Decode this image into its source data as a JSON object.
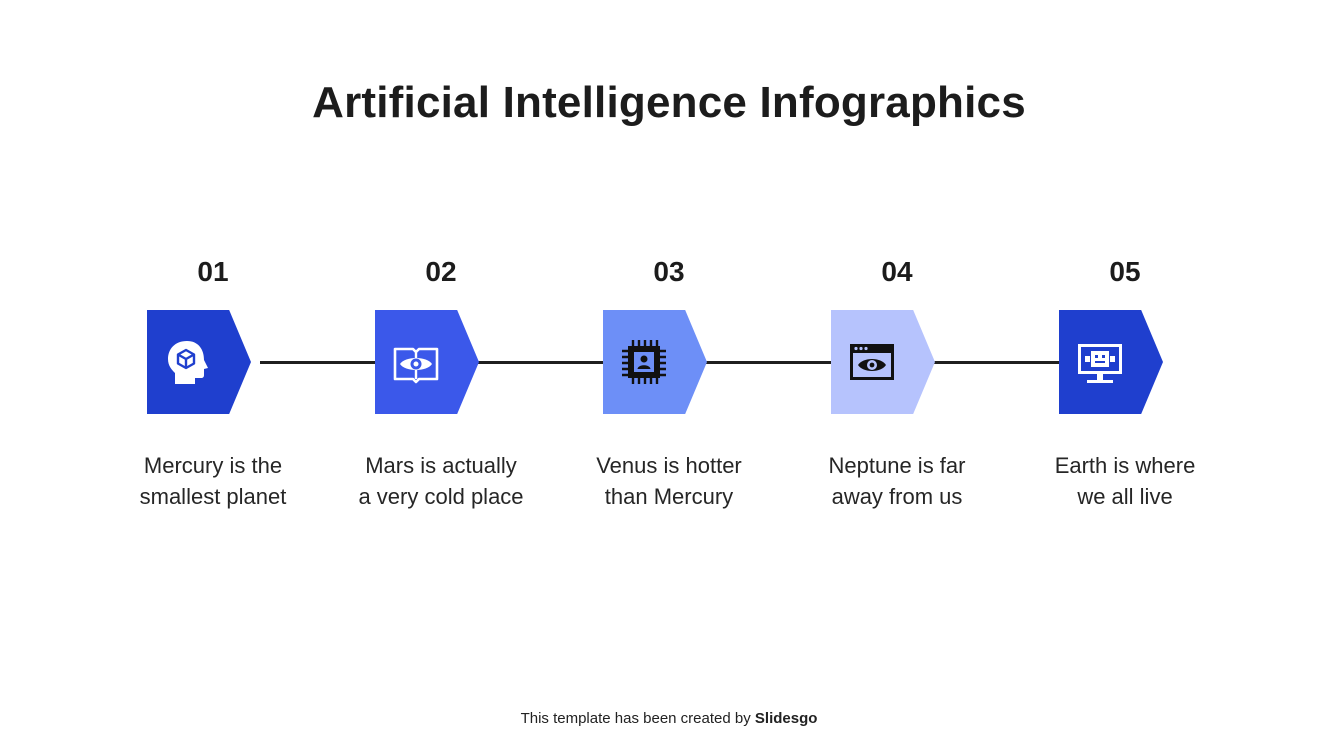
{
  "title": "Artificial Intelligence Infographics",
  "colors": {
    "dark_blue": "#1f3fce",
    "medium_blue": "#3b58ea",
    "light_blue": "#6d8ff7",
    "pale_blue": "#b6c3fd",
    "connector": "#1f1f1f"
  },
  "steps": [
    {
      "number": "01",
      "icon": "head-cube-icon",
      "line1": "Mercury is the",
      "line2": "smallest planet"
    },
    {
      "number": "02",
      "icon": "book-eye-icon",
      "line1": "Mars is actually",
      "line2": "a very cold place"
    },
    {
      "number": "03",
      "icon": "chip-user-icon",
      "line1": "Venus is hotter",
      "line2": "than Mercury"
    },
    {
      "number": "04",
      "icon": "browser-eye-icon",
      "line1": "Neptune is far",
      "line2": "away from us"
    },
    {
      "number": "05",
      "icon": "robot-monitor-icon",
      "line1": "Earth is where",
      "line2": "we all live"
    }
  ],
  "footer": {
    "text": "This template has been created by ",
    "brand": "Slidesgo"
  }
}
